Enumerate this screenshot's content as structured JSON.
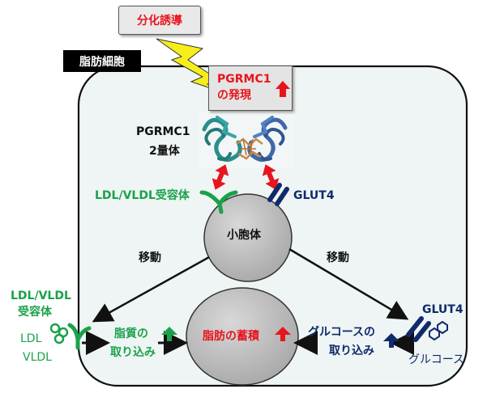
{
  "labels": {
    "differentiation_induction": "分化誘導",
    "adipocyte": "脂肪細胞",
    "pgrmc1_expression_line1": "PGRMC1",
    "pgrmc1_expression_line2": "の発現",
    "pgrmc1_dimer_line1": "PGRMC1",
    "pgrmc1_dimer_line2": "2量体",
    "receptor_top": "LDL/VLDL受容体",
    "glut4_top": "GLUT4",
    "vesicle": "小胞体",
    "move_left": "移動",
    "move_right": "移動",
    "receptor_left_line1": "LDL/VLDL",
    "receptor_left_line2": "受容体",
    "ldl": "LDL",
    "vldl": "VLDL",
    "lipid_uptake_line1": "脂質の",
    "lipid_uptake_line2": "取り込み",
    "fat_accumulation": "脂肪の蓄積",
    "glucose_uptake_line1": "グルコースの",
    "glucose_uptake_line2": "取り込み",
    "glut4_right": "GLUT4",
    "glucose": "グルコース"
  },
  "colors": {
    "red": "#e8141e",
    "green": "#1aa24a",
    "navy": "#102a6b",
    "cell_fill": "#eef5f4",
    "sphere": "#c8c8c8",
    "lightning": "#f5ee1a",
    "teal_protein": "#2a8f8c",
    "blue_protein": "#3f68a8"
  }
}
